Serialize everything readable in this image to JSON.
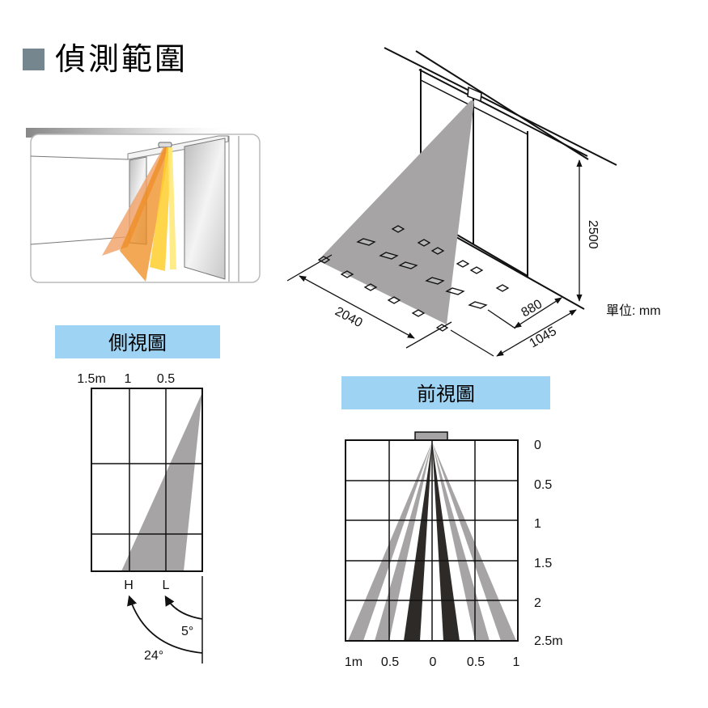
{
  "title": "偵測範圍",
  "colors": {
    "title_square": "#76868f",
    "label_box": "#9fd3f3",
    "beam_gray": "#a6a4a5",
    "beam_dark": "#2e2a27",
    "orange": "#f39c3a",
    "yellow": "#ffd93a"
  },
  "isometric": {
    "height": "2500",
    "length": "2040",
    "width_inner": "880",
    "width_outer": "1045",
    "unit": "單位:  mm"
  },
  "side_view": {
    "label": "側視圖",
    "top_ticks": [
      "1.5m",
      "1",
      "0.5"
    ],
    "beam_labels": [
      "H",
      "L"
    ],
    "angles": [
      "5°",
      "24°"
    ]
  },
  "front_view": {
    "label": "前視圖",
    "right_ticks": [
      "0",
      "0.5",
      "1",
      "1.5",
      "2",
      "2.5m"
    ],
    "bottom_ticks": [
      "1m",
      "0.5",
      "0",
      "0.5",
      "1"
    ]
  }
}
